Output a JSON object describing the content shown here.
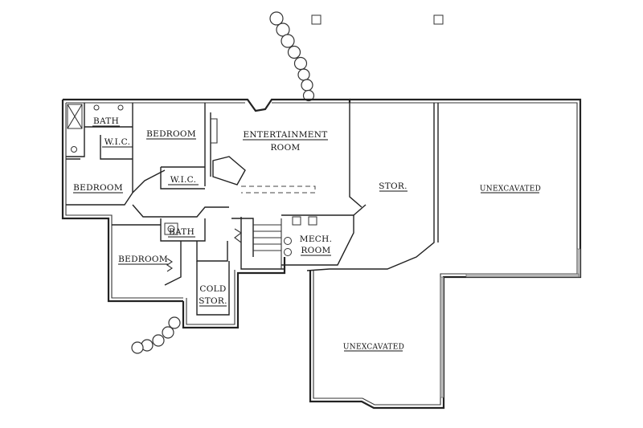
{
  "plan": {
    "rooms": [
      {
        "id": "bath-1",
        "label": "BATH"
      },
      {
        "id": "wic-1",
        "label": "W.I.C."
      },
      {
        "id": "bedroom-1",
        "label": "BEDROOM"
      },
      {
        "id": "bedroom-2",
        "label": "BEDROOM"
      },
      {
        "id": "wic-2",
        "label": "W.I.C."
      },
      {
        "id": "entertainment",
        "line1": "ENTERTAINMENT",
        "line2": "ROOM"
      },
      {
        "id": "stor",
        "label": "STOR."
      },
      {
        "id": "unexcavated-1",
        "label": "UNEXCAVATED"
      },
      {
        "id": "bath-2",
        "label": "BATH"
      },
      {
        "id": "bedroom-3",
        "label": "BEDROOM"
      },
      {
        "id": "mech",
        "line1": "MECH.",
        "line2": "ROOM"
      },
      {
        "id": "cold-stor",
        "line1": "COLD",
        "line2": "STOR."
      },
      {
        "id": "unexcavated-2",
        "label": "UNEXCAVATED"
      }
    ]
  }
}
